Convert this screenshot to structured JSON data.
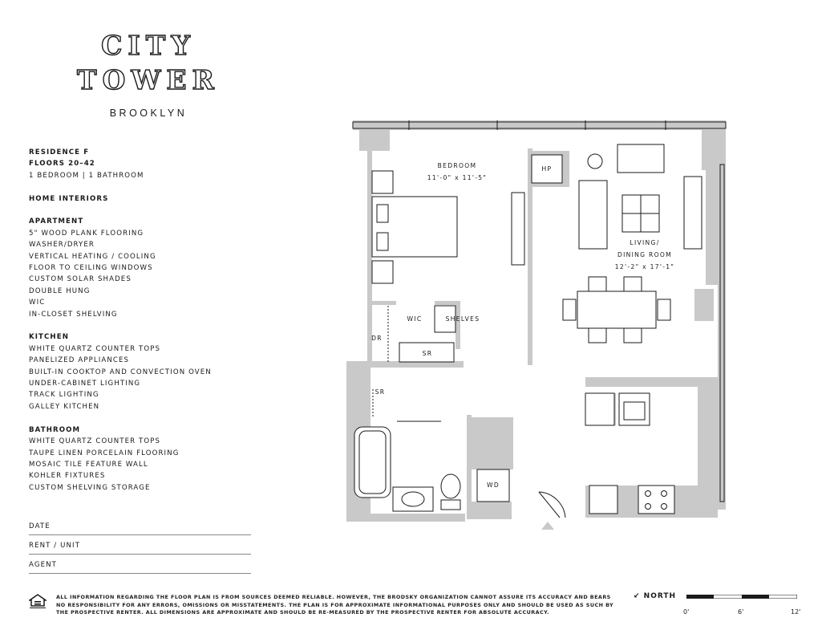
{
  "brand": {
    "line1": "CITY",
    "line2": "TOWER",
    "line3": "BROOKLYN"
  },
  "residence": {
    "name": "RESIDENCE F",
    "floors": "FLOORS 20–42",
    "size": "1 BEDROOM | 1 BATHROOM"
  },
  "home_interiors": "HOME INTERIORS",
  "apartment": {
    "heading": "APARTMENT",
    "items": [
      "5\" WOOD PLANK FLOORING",
      "WASHER/DRYER",
      "VERTICAL HEATING / COOLING",
      "FLOOR TO CEILING WINDOWS",
      "CUSTOM SOLAR SHADES",
      "DOUBLE HUNG",
      "WIC",
      "IN-CLOSET SHELVING"
    ]
  },
  "kitchen": {
    "heading": "KITCHEN",
    "items": [
      "WHITE QUARTZ COUNTER TOPS",
      "PANELIZED APPLIANCES",
      "BUILT-IN COOKTOP AND CONVECTION OVEN",
      "UNDER-CABINET LIGHTING",
      "TRACK LIGHTING",
      "GALLEY KITCHEN"
    ]
  },
  "bathroom": {
    "heading": "BATHROOM",
    "items": [
      "WHITE QUARTZ COUNTER TOPS",
      "TAUPE LINEN PORCELAIN FLOORING",
      "MOSAIC TILE FEATURE WALL",
      "KOHLER FIXTURES",
      "CUSTOM SHELVING STORAGE"
    ]
  },
  "form": {
    "date": "DATE",
    "rent_unit": "RENT / UNIT",
    "agent": "AGENT"
  },
  "disclaimer": "All information regarding the floor plan is from sources deemed reliable. However, The Brodsky Organization cannot assure its accuracy and bears no responsibility for any errors, omissions or misstatements. The plan is for approximate informational purposes only and should be used as such by the prospective renter. All dimensions are approximate and should be re-measured by the prospective renter for absolute accuracy.",
  "north": "↙ NORTH",
  "scale_labels": [
    "0'",
    "6'",
    "12'"
  ],
  "rooms": {
    "bedroom_name": "BEDROOM",
    "bedroom_dim": "11'-0\" x 11'-5\"",
    "living_name": "LIVING/",
    "living_name2": "DINING ROOM",
    "living_dim": "12'-2\" x 17'-1\"",
    "hp": "HP",
    "wic": "WIC",
    "shelves": "SHELVES",
    "dr": "DR",
    "sr1": "SR",
    "sr2": "SR",
    "wd": "WD"
  },
  "colors": {
    "wall": "#c9c9c9",
    "ink": "#1a1a1a"
  }
}
